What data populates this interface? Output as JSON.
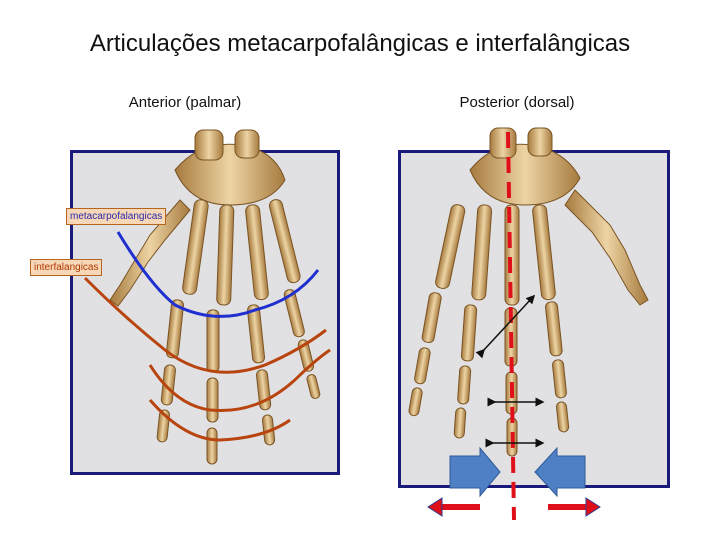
{
  "slide": {
    "title": "Articulações metacarpofalângicas e interfalângicas",
    "left_caption": "Anterior (palmar)",
    "right_caption": "Posterior (dorsal)"
  },
  "labels": {
    "metacarpal": "metacarpofalangicas",
    "interphalangeal": "interfalangicas"
  },
  "colors": {
    "panel_border": "#1a1a7a",
    "panel_fill": "#e1e1e3",
    "bone": "#d9b37a",
    "blue_line": "#1f2fd0",
    "brown_line": "#b8440f",
    "red_axis": "#e0101a",
    "arrow_blue": "#4f7fc4"
  }
}
